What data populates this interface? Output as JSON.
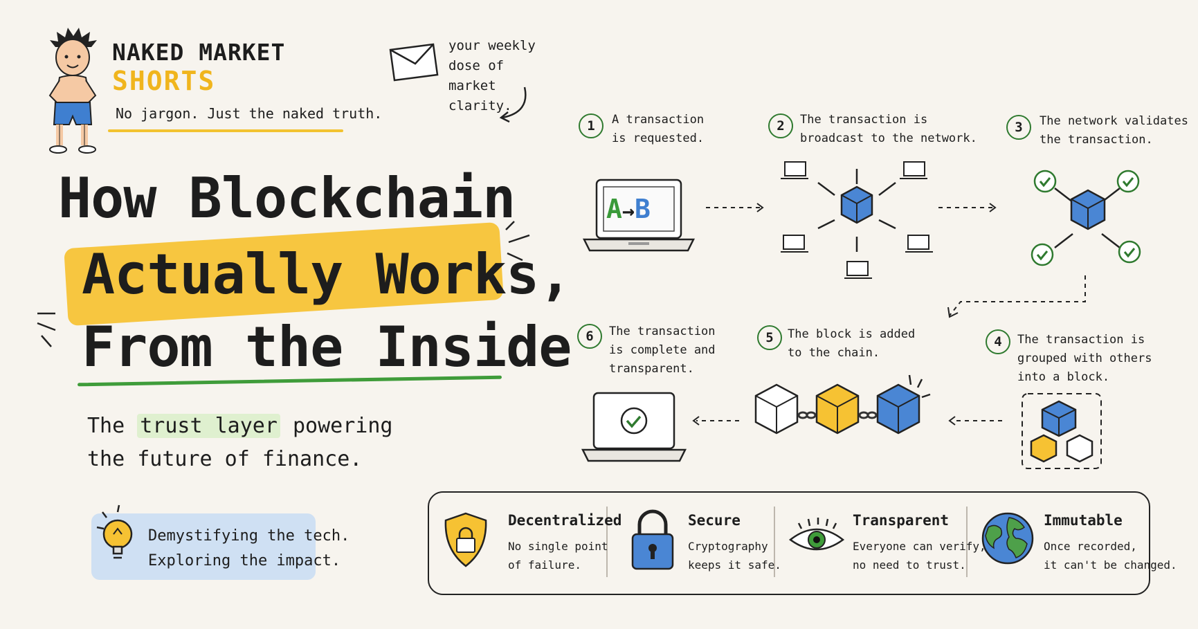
{
  "brand": {
    "name": "NAKED MARKET",
    "sub": "SHORTS",
    "tagline": "No jargon. Just the naked truth."
  },
  "newsletter": {
    "text_line1": "your weekly",
    "text_line2": "dose of market",
    "text_line3": "clarity."
  },
  "title": {
    "line1": "How Blockchain",
    "line2": "Actually Works,",
    "line3": "From the Inside"
  },
  "subtitle": {
    "pre": "The ",
    "highlight": "trust layer",
    "post": " powering",
    "line2": "the future of finance."
  },
  "callout": {
    "line1": "Demystifying the tech.",
    "line2": "Exploring the impact."
  },
  "steps": [
    {
      "num": "1",
      "line1": "A transaction",
      "line2": "is requested.",
      "line3": ""
    },
    {
      "num": "2",
      "line1": "The transaction is",
      "line2": "broadcast to the network.",
      "line3": ""
    },
    {
      "num": "3",
      "line1": "The network validates",
      "line2": "the transaction.",
      "line3": ""
    },
    {
      "num": "4",
      "line1": "The transaction is",
      "line2": "grouped with others",
      "line3": "into a block."
    },
    {
      "num": "5",
      "line1": "The block is added",
      "line2": "to the chain.",
      "line3": ""
    },
    {
      "num": "6",
      "line1": "The transaction",
      "line2": "is complete and",
      "line3": "transparent."
    }
  ],
  "laptop_screen": {
    "from": "A",
    "arrow": "→",
    "to": "B"
  },
  "features": [
    {
      "title": "Decentralized",
      "line1": "No single point",
      "line2": "of failure.",
      "icon": "shield-lock-icon"
    },
    {
      "title": "Secure",
      "line1": "Cryptography",
      "line2": "keeps it safe.",
      "icon": "padlock-icon"
    },
    {
      "title": "Transparent",
      "line1": "Everyone can verify,",
      "line2": "no need to trust.",
      "icon": "eye-icon"
    },
    {
      "title": "Immutable",
      "line1": "Once recorded,",
      "line2": "it can't be changed.",
      "icon": "globe-icon"
    }
  ],
  "colors": {
    "accent_yellow": "#f6c233",
    "accent_green": "#3f9c3a",
    "cube_blue": "#4a86d4",
    "callout_blue": "#cfe0f3",
    "background": "#f7f4ee"
  }
}
